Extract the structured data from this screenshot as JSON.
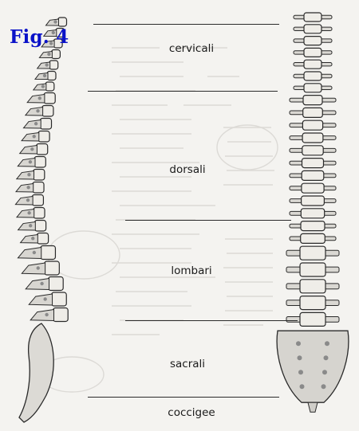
{
  "figure": {
    "title": "Fig. 4",
    "regions": [
      {
        "id": "cervicali",
        "label": "cervicali"
      },
      {
        "id": "dorsali",
        "label": "dorsali"
      },
      {
        "id": "lombari",
        "label": "lombari"
      },
      {
        "id": "sacrali",
        "label": "sacrali"
      },
      {
        "id": "coccigee",
        "label": "coccigee"
      }
    ]
  }
}
